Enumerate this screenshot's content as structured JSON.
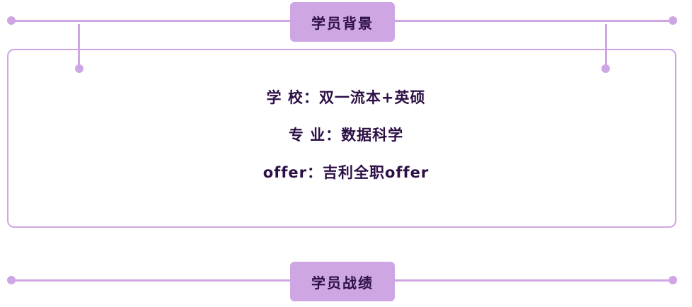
{
  "sections": [
    {
      "title": "学员背景"
    },
    {
      "title": "学员战绩"
    }
  ],
  "background": {
    "lines": [
      "学 校：双一流本+英硕",
      "专 业：数据科学",
      "offer：吉利全职offer"
    ]
  },
  "colors": {
    "accent": "#cfa6e4",
    "text": "#2c0f45"
  }
}
